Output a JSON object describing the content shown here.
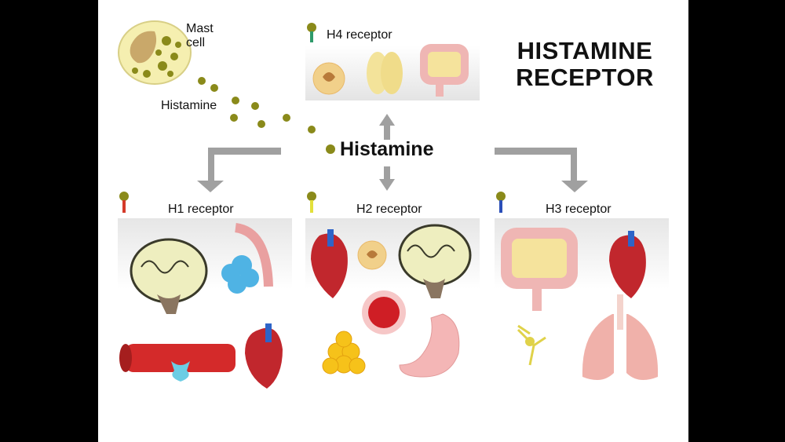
{
  "title_line1": "HISTAMINE",
  "title_line2": "RECEPTOR",
  "center_label": "Histamine",
  "mast_cell_label": "Mast\ncell",
  "histamine_small_label": "Histamine",
  "receptors": {
    "h1": {
      "label": "H1 receptor",
      "color": "#d43a2a"
    },
    "h2": {
      "label": "H2 receptor",
      "color": "#e3e03a"
    },
    "h3": {
      "label": "H3 receptor",
      "color": "#2b4fb8"
    },
    "h4": {
      "label": "H4 receptor",
      "color": "#2e9a6a"
    }
  },
  "colors": {
    "histamine_dot": "#8a8a1a",
    "arrow": "#9a9a9a"
  }
}
